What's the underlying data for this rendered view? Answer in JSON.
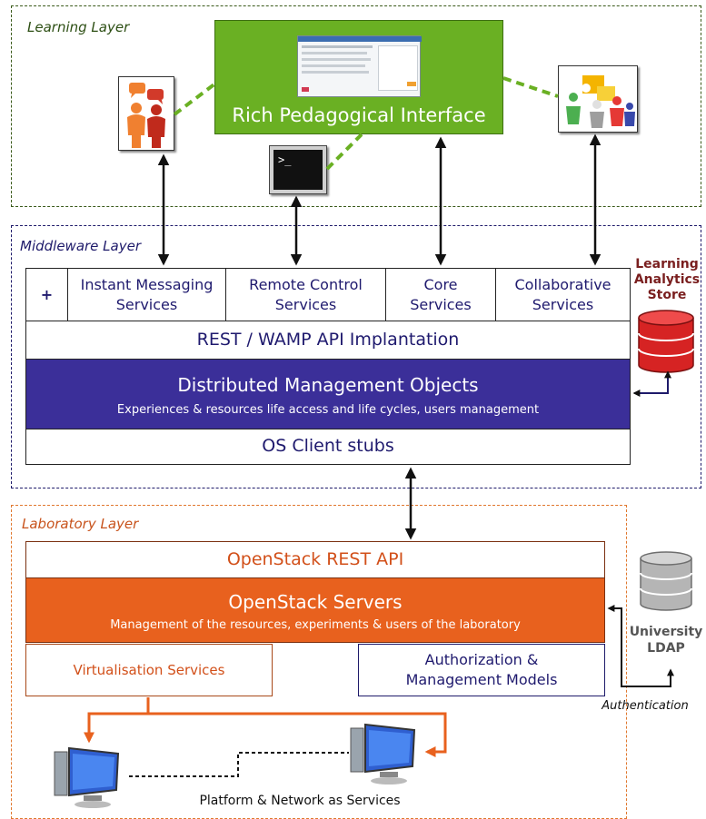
{
  "colors": {
    "learning_green": "#6ab023",
    "middleware_blue": "#3b2f99",
    "lab_orange": "#e8611e",
    "lab_text": "#d2501a",
    "navy_text": "#1f1a6e",
    "store_red": "#d62323",
    "store_text": "#7a1f1f"
  },
  "learning_layer": {
    "title": "Learning Layer",
    "rich_interface": "Rich Pedagogical Interface",
    "icons": [
      "people-chat-icon",
      "terminal-icon",
      "collaboration-puzzle-icon"
    ]
  },
  "middleware_layer": {
    "title": "Middleware Layer",
    "plus_label": "+",
    "services": [
      "Instant Messaging\nServices",
      "Remote Control\nServices",
      "Core\nServices",
      "Collaborative\nServices"
    ],
    "api_label": "REST / WAMP API Implantation",
    "dmo_title": "Distributed Management Objects",
    "dmo_subtitle": "Experiences & resources life access and life cycles, users management",
    "stubs_label": "OS Client stubs",
    "analytics_store": "Learning\nAnalytics\nStore"
  },
  "laboratory_layer": {
    "title": "Laboratory Layer",
    "rest_api": "OpenStack REST API",
    "servers_title": "OpenStack Servers",
    "servers_subtitle": "Management of the resources, experiments & users of the laboratory",
    "virtualisation": "Virtualisation Services",
    "authorization": "Authorization &\nManagement Models",
    "ldap": "University\nLDAP",
    "authentication": "Authentication",
    "platform": "Platform & Network as Services"
  }
}
